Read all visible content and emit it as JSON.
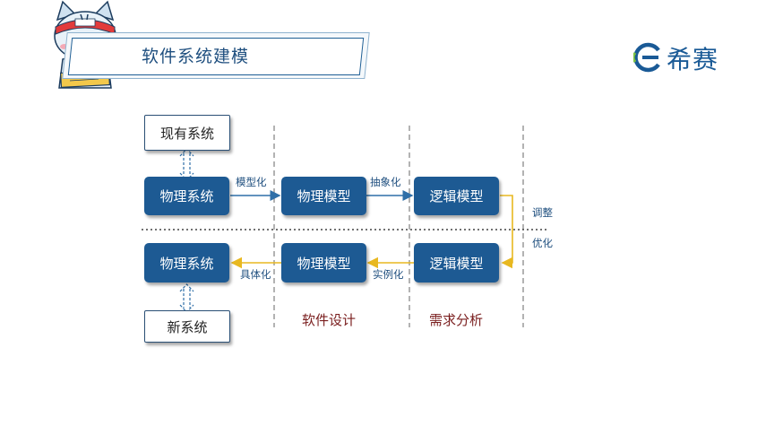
{
  "header": {
    "title": "软件系统建模"
  },
  "logo": {
    "text": "希赛"
  },
  "diagram": {
    "nodes": {
      "existing_system": "现有系统",
      "physical_top": "物理系统",
      "physical_model_top": "物理模型",
      "logical_model_top": "逻辑模型",
      "physical_bottom": "物理系统",
      "physical_model_bottom": "物理模型",
      "logical_model_bottom": "逻辑模型",
      "new_system": "新系统"
    },
    "edges": {
      "modeling": "模型化",
      "abstraction": "抽象化",
      "adjust": "调整",
      "optimize": "优化",
      "instantiation": "实例化",
      "concretization": "具体化"
    },
    "phases": {
      "software_design": "软件设计",
      "requirements_analysis": "需求分析"
    },
    "colors": {
      "node_blue": "#1d5a93",
      "arrow_blue": "#2f6fa8",
      "arrow_yellow": "#e8b820",
      "phase_text": "#7a1e1e"
    }
  }
}
